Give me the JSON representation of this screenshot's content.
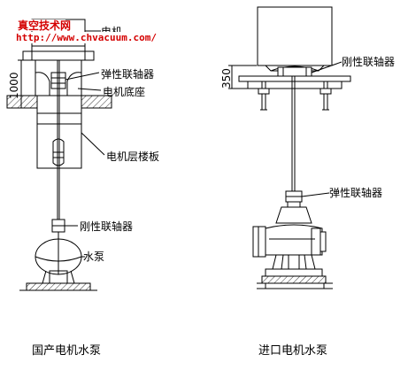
{
  "watermark": {
    "name": "真空技术网",
    "url": "http://www.chvacuum.com/"
  },
  "left_assembly": {
    "labels": {
      "motor": "电机",
      "elastic_coupling": "弹性联轴器",
      "motor_base": "电机底座",
      "motor_floor_slab": "电机层楼板",
      "rigid_coupling": "刚性联轴器",
      "pump": "水泵"
    },
    "dimension": "1000",
    "caption": "国产电机水泵"
  },
  "right_assembly": {
    "labels": {
      "rigid_coupling": "刚性联轴器",
      "elastic_coupling": "弹性联轴器"
    },
    "dimension": "350",
    "caption": "进口电机水泵"
  }
}
